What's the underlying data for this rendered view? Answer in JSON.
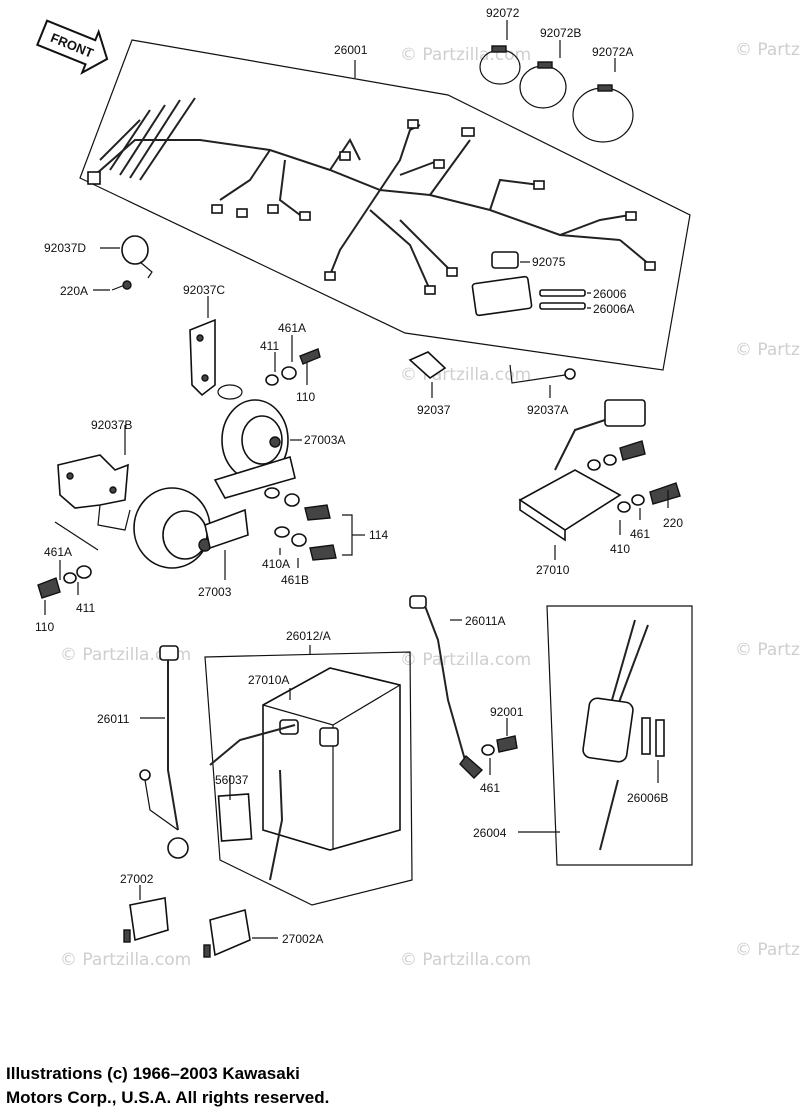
{
  "front_arrow": "FRONT",
  "watermark": "© Partzilla.com",
  "parts": {
    "p26001": "26001",
    "p92072": "92072",
    "p92072B": "92072B",
    "p92072A": "92072A",
    "p92037D": "92037D",
    "p220A": "220A",
    "p92037C": "92037C",
    "p461A_top": "461A",
    "p411_top": "411",
    "p110_top": "110",
    "p92075": "92075",
    "p26006": "26006",
    "p26006A": "26006A",
    "p92037": "92037",
    "p92037A": "92037A",
    "p27003A": "27003A",
    "p92037B": "92037B",
    "p114": "114",
    "p220": "220",
    "p461": "461",
    "p410": "410",
    "p27010": "27010",
    "p461A_bot": "461A",
    "p110_bot": "110",
    "p411_bot": "411",
    "p410A": "410A",
    "p461B": "461B",
    "p27003": "27003",
    "p26012A": "26012/A",
    "p26011A": "26011A",
    "p27010A": "27010A",
    "p26011": "26011",
    "p92001": "92001",
    "p461_bot": "461",
    "p56037": "56037",
    "p26006B": "26006B",
    "p26004": "26004",
    "p27002": "27002",
    "p27002A": "27002A"
  },
  "copyright": {
    "line1": "Illustrations (c) 1966–2003 Kawasaki",
    "line2": "Motors Corp., U.S.A.  All rights reserved."
  }
}
